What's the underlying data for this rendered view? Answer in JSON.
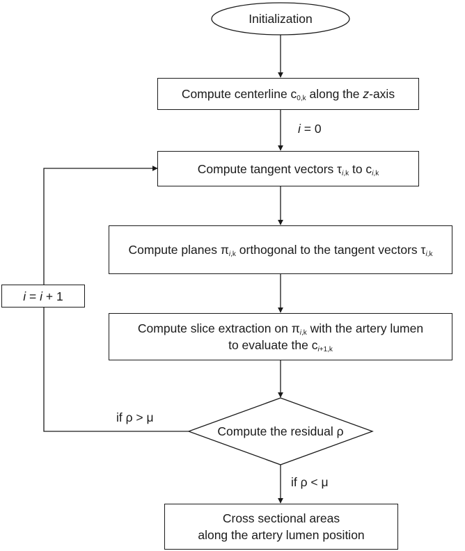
{
  "nodes": {
    "start": {
      "label": "Initialization"
    },
    "centerline": {
      "prefix": "Compute centerline c",
      "sub_i": "",
      "sub_rest": "0,k",
      "middle": " along the ",
      "var": "z",
      "suffix": "-axis"
    },
    "tangent": {
      "prefix": "Compute tangent vectors τ",
      "sub1_i": "i",
      "sub1_rest": ",k",
      "middle": " to c",
      "sub2_i": "i",
      "sub2_rest": ",k"
    },
    "planes": {
      "prefix": "Compute planes π",
      "sub1_i": "i",
      "sub1_rest": ",k",
      "middle": " orthogonal to the tangent vectors τ",
      "sub2_i": "i",
      "sub2_rest": ",k"
    },
    "slice": {
      "line1_prefix": "Compute slice extraction on π",
      "line1_sub_i": "i",
      "line1_sub_rest": ",k",
      "line1_suffix": " with the artery lumen",
      "line2_prefix": "to evaluate the c",
      "line2_sub_i": "i",
      "line2_sub_rest": "+1,k"
    },
    "residual": {
      "label": "Compute the residual ρ"
    },
    "increment": {
      "var1": "i",
      "eq": " = ",
      "var2": "i",
      "rest": " + 1"
    },
    "output": {
      "line1": "Cross sectional areas",
      "line2": "along the artery lumen position"
    }
  },
  "edge_labels": {
    "init": {
      "var": "i",
      "rest": " = 0"
    },
    "loop": {
      "text": "if  ρ > μ"
    },
    "exit": {
      "text": "if   ρ < μ"
    }
  }
}
